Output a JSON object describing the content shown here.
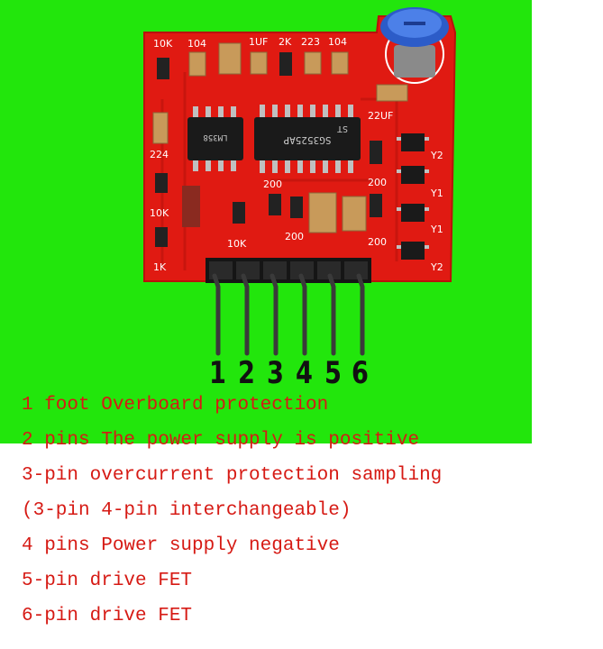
{
  "board_labels": {
    "r10k_top": "10K",
    "c104_top": "104",
    "c1uf": "1UF",
    "r2k": "2K",
    "c223": "223",
    "c104_right": "104",
    "c22uf": "22UF",
    "c224": "224",
    "r10k_left": "10K",
    "r1k": "1K",
    "r10k_bottom": "10K",
    "r200_a": "200",
    "r200_b": "200",
    "r200_c": "200",
    "r200_d": "200",
    "y2_top": "Y2",
    "y1_a": "Y1",
    "y1_b": "Y1",
    "y2_bottom": "Y2"
  },
  "chip_marks": {
    "op_amp": "LM358",
    "pwm_line1": "SG3525AP",
    "pwm_line2": "ST"
  },
  "pin_numbers": [
    "1",
    "2",
    "3",
    "4",
    "5",
    "6"
  ],
  "notes": [
    "1 foot Overboard protection",
    "2 pins The power supply is positive",
    "3-pin overcurrent protection sampling",
    "(3-pin 4-pin interchangeable)",
    "4 pins Power supply negative",
    "5-pin drive FET",
    "6-pin drive FET"
  ],
  "colors": {
    "background": "#22e60c",
    "pcb": "#e01a12",
    "note_text": "#d61a14"
  }
}
